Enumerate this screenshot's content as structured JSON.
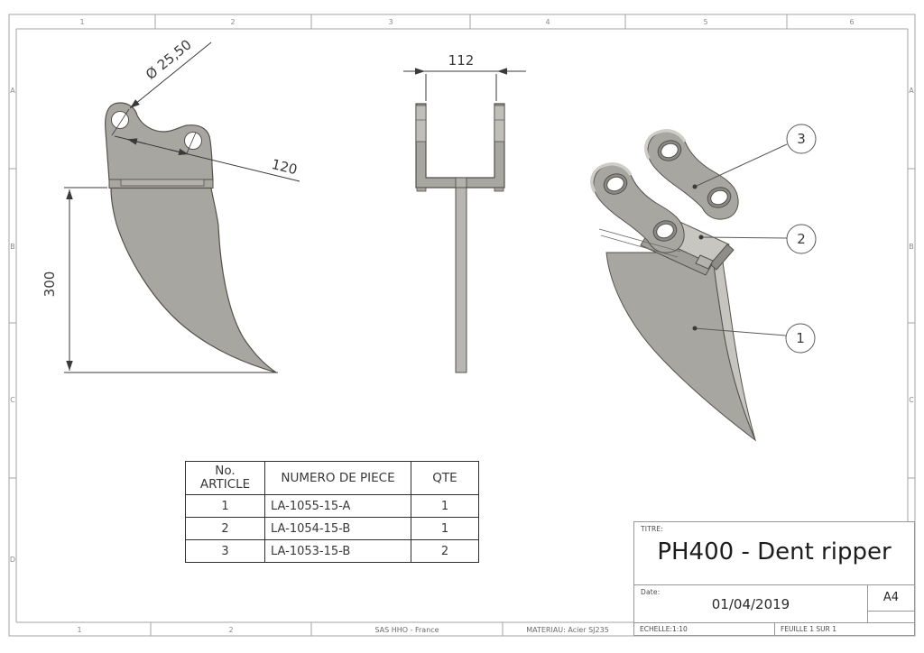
{
  "colors": {
    "part_fill": "#a8a6a0",
    "part_light": "#c6c4bf",
    "part_mid": "#94928d",
    "edge_line": "#55524e",
    "dim_line": "#3a3a3a",
    "frame_line": "#a3a3a3"
  },
  "grid": {
    "top": [
      "1",
      "2",
      "3",
      "4",
      "5",
      "6"
    ],
    "bottom": [
      "1",
      "2"
    ],
    "left": [
      "A",
      "B",
      "C",
      "D"
    ],
    "right": [
      "A",
      "B",
      "C"
    ]
  },
  "dimensions": {
    "hole_diameter": "Ø 25,50",
    "hole_spacing": "120",
    "tooth_height": "300",
    "bracket_width": "112"
  },
  "balloons": [
    "1",
    "2",
    "3"
  ],
  "bom": {
    "headers": [
      "No.\nARTICLE",
      "NUMERO DE PIECE",
      "QTE"
    ],
    "rows": [
      [
        "1",
        "LA-1055-15-A",
        "1"
      ],
      [
        "2",
        "LA-1054-15-B",
        "1"
      ],
      [
        "3",
        "LA-1053-15-B",
        "2"
      ]
    ]
  },
  "title_block": {
    "titre_label": "TITRE:",
    "title": "PH400 - Dent ripper",
    "date_label": "Date:",
    "date": "01/04/2019",
    "paper_size": "A4",
    "scale": "ECHELLE:1:10",
    "sheet_info": "FEUILLE 1 SUR 1"
  },
  "footer": {
    "company": "SAS HHO - France",
    "material": "MATERIAU:  Acier SJ235"
  }
}
